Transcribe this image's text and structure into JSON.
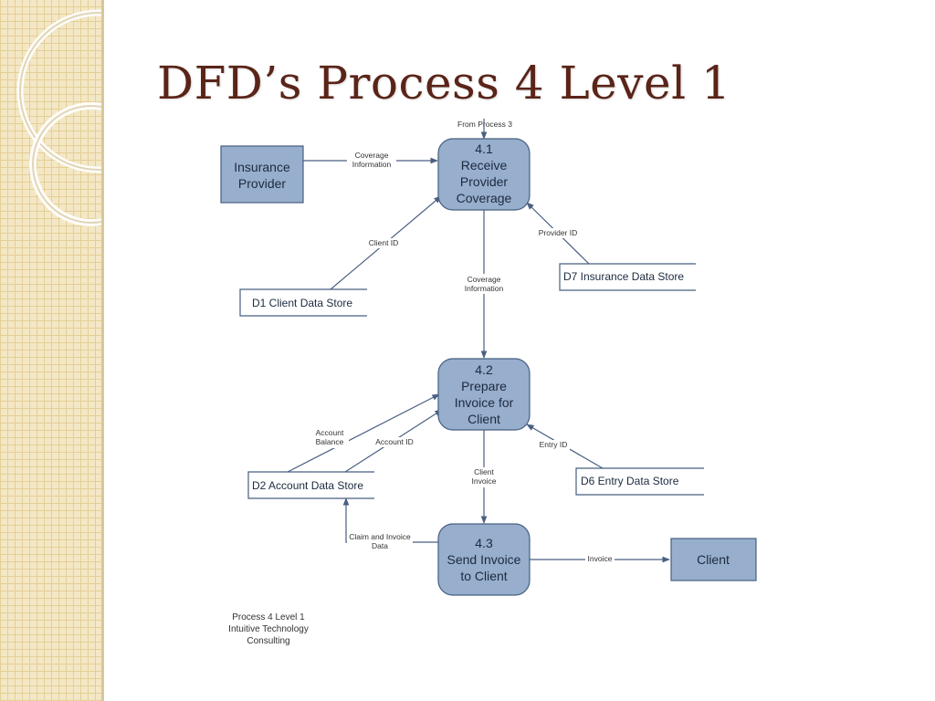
{
  "slide": {
    "title": "DFD’s Process 4 Level 1"
  },
  "diagram": {
    "processes": {
      "p41": [
        "4.1",
        "Receive",
        "Provider",
        "Coverage"
      ],
      "p42": [
        "4.2",
        "Prepare",
        "Invoice for",
        "Client"
      ],
      "p43": [
        "4.3",
        "Send Invoice",
        "to Client"
      ]
    },
    "entities": {
      "insurance_provider": [
        "Insurance",
        "Provider"
      ],
      "client": "Client"
    },
    "data_stores": {
      "d1": "D1 Client Data Store",
      "d7": "D7  Insurance Data Store",
      "d2": "D2 Account Data Store",
      "d6": "D6   Entry Data Store"
    },
    "flows": {
      "from_process3": "From Process 3",
      "coverage_info_in": [
        "Coverage",
        "Information"
      ],
      "client_id": "Client ID",
      "provider_id": "Provider ID",
      "coverage_info_mid": [
        "Coverage",
        "Information"
      ],
      "account_balance": [
        "Account",
        "Balance"
      ],
      "account_id": "Account ID",
      "entry_id": "Entry ID",
      "client_invoice": [
        "Client",
        "Invoice"
      ],
      "claim_invoice": [
        "Claim and Invoice",
        "Data"
      ],
      "invoice": "Invoice"
    },
    "caption": [
      "Process 4 Level 1",
      "Intuitive Technology",
      "Consulting"
    ]
  },
  "colors": {
    "process_fill": "#97aecd",
    "process_stroke": "#475f80",
    "entity_fill": "#97aecd",
    "arrow": "#4a5f82",
    "title": "#5a2418"
  }
}
